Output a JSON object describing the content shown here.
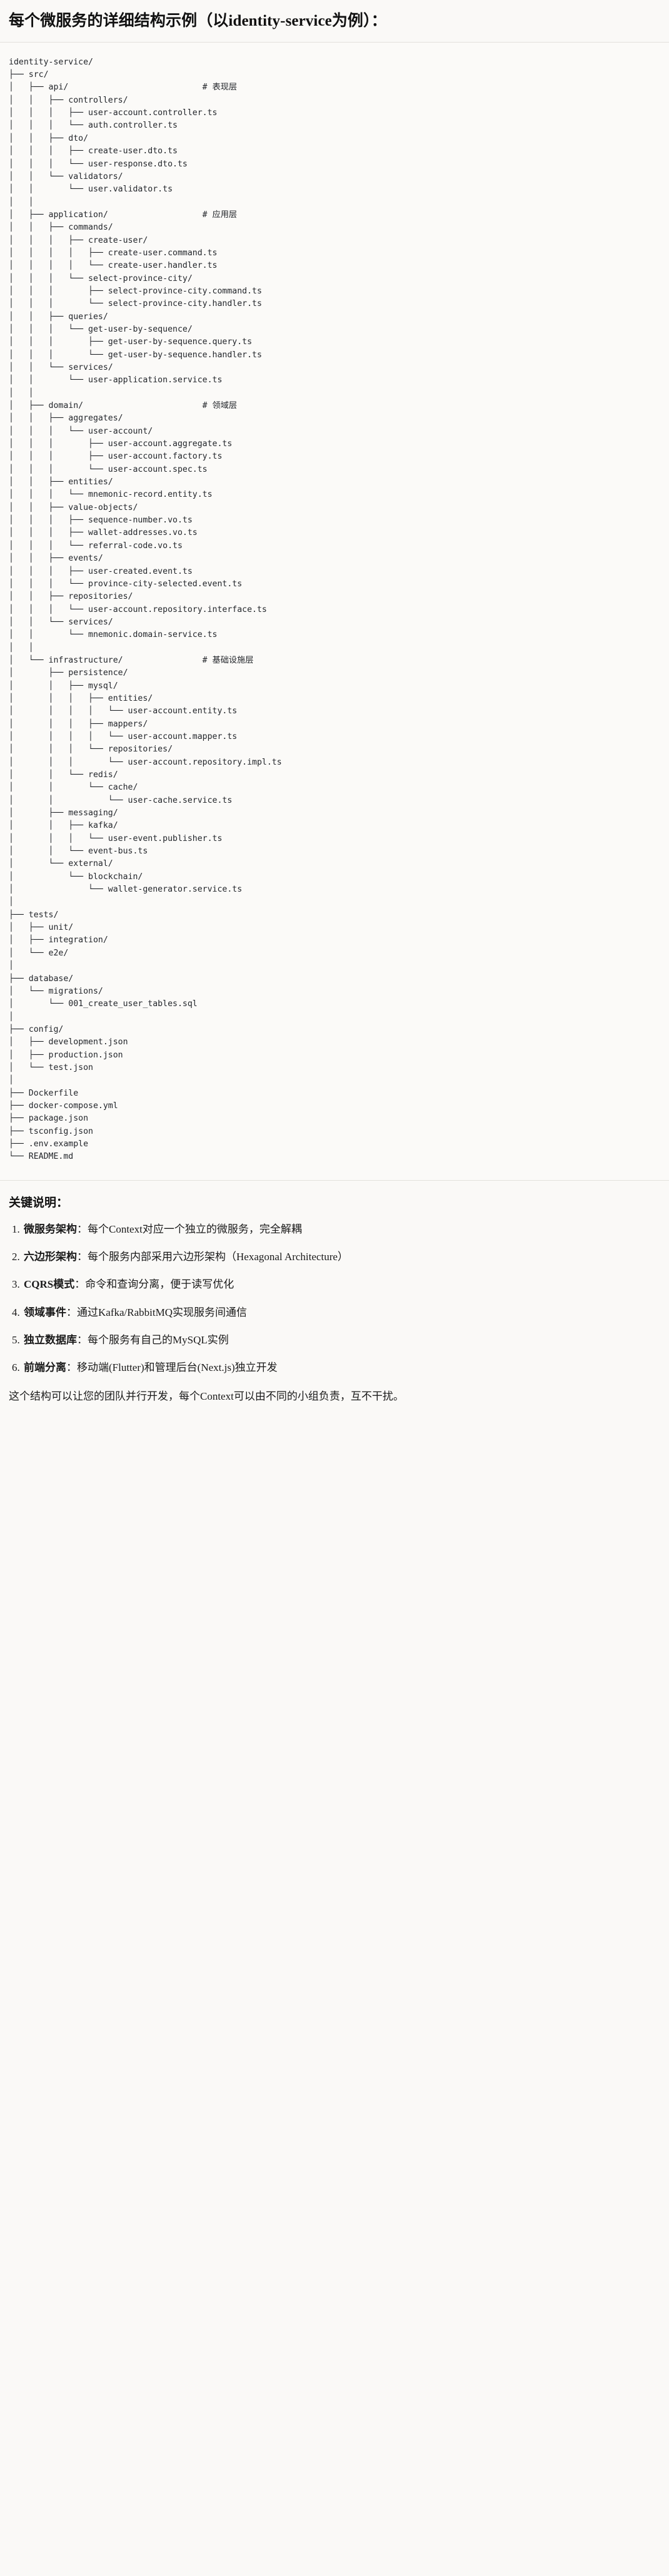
{
  "document": {
    "title": "每个微服务的详细结构示例（以identity-service为例）：",
    "tree_text": "identity-service/\n├── src/\n│   ├── api/                           # 表现层\n│   │   ├── controllers/\n│   │   │   ├── user-account.controller.ts\n│   │   │   └── auth.controller.ts\n│   │   ├── dto/\n│   │   │   ├── create-user.dto.ts\n│   │   │   └── user-response.dto.ts\n│   │   └── validators/\n│   │       └── user.validator.ts\n│   │\n│   ├── application/                   # 应用层\n│   │   ├── commands/\n│   │   │   ├── create-user/\n│   │   │   │   ├── create-user.command.ts\n│   │   │   │   └── create-user.handler.ts\n│   │   │   └── select-province-city/\n│   │   │       ├── select-province-city.command.ts\n│   │   │       └── select-province-city.handler.ts\n│   │   ├── queries/\n│   │   │   └── get-user-by-sequence/\n│   │   │       ├── get-user-by-sequence.query.ts\n│   │   │       └── get-user-by-sequence.handler.ts\n│   │   └── services/\n│   │       └── user-application.service.ts\n│   │\n│   ├── domain/                        # 领域层\n│   │   ├── aggregates/\n│   │   │   └── user-account/\n│   │   │       ├── user-account.aggregate.ts\n│   │   │       ├── user-account.factory.ts\n│   │   │       └── user-account.spec.ts\n│   │   ├── entities/\n│   │   │   └── mnemonic-record.entity.ts\n│   │   ├── value-objects/\n│   │   │   ├── sequence-number.vo.ts\n│   │   │   ├── wallet-addresses.vo.ts\n│   │   │   └── referral-code.vo.ts\n│   │   ├── events/\n│   │   │   ├── user-created.event.ts\n│   │   │   └── province-city-selected.event.ts\n│   │   ├── repositories/\n│   │   │   └── user-account.repository.interface.ts\n│   │   └── services/\n│   │       └── mnemonic.domain-service.ts\n│   │\n│   └── infrastructure/                # 基础设施层\n│       ├── persistence/\n│       │   ├── mysql/\n│       │   │   ├── entities/\n│       │   │   │   └── user-account.entity.ts\n│       │   │   ├── mappers/\n│       │   │   │   └── user-account.mapper.ts\n│       │   │   └── repositories/\n│       │   │       └── user-account.repository.impl.ts\n│       │   └── redis/\n│       │       └── cache/\n│       │           └── user-cache.service.ts\n│       ├── messaging/\n│       │   ├── kafka/\n│       │   │   └── user-event.publisher.ts\n│       │   └── event-bus.ts\n│       └── external/\n│           └── blockchain/\n│               └── wallet-generator.service.ts\n│\n├── tests/\n│   ├── unit/\n│   ├── integration/\n│   └── e2e/\n│\n├── database/\n│   └── migrations/\n│       └── 001_create_user_tables.sql\n│\n├── config/\n│   ├── development.json\n│   ├── production.json\n│   └── test.json\n│\n├── Dockerfile\n├── docker-compose.yml\n├── package.json\n├── tsconfig.json\n├── .env.example\n└── README.md",
    "notes_heading": "关键说明：",
    "notes": [
      {
        "label": "微服务架构",
        "text": "：每个Context对应一个独立的微服务，完全解耦"
      },
      {
        "label": "六边形架构",
        "text": "：每个服务内部采用六边形架构（Hexagonal Architecture）"
      },
      {
        "label": "CQRS模式",
        "text": "：命令和查询分离，便于读写优化"
      },
      {
        "label": "领域事件",
        "text": "：通过Kafka/RabbitMQ实现服务间通信"
      },
      {
        "label": "独立数据库",
        "text": "：每个服务有自己的MySQL实例"
      },
      {
        "label": "前端分离",
        "text": "：移动端(Flutter)和管理后台(Next.js)独立开发"
      }
    ],
    "footer": "这个结构可以让您的团队并行开发，每个Context可以由不同的小组负责，互不干扰。"
  },
  "colors": {
    "page_background": "#faf9f7",
    "code_background": "#fbfaf8",
    "text": "#1a1a1a",
    "code_text": "#23262b",
    "rule": "#e3e1dd"
  }
}
